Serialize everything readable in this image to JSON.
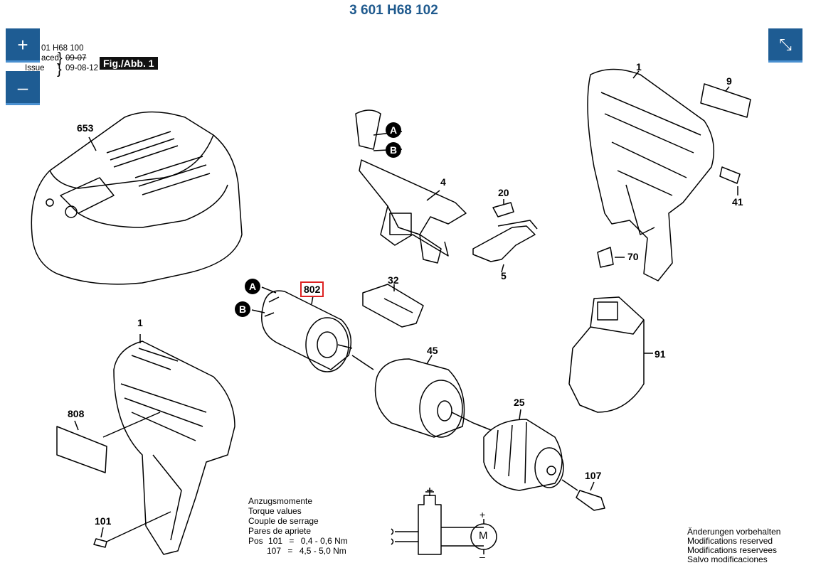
{
  "page": {
    "title": "3 601 H68 102"
  },
  "controls": {
    "zoom_in_glyph": "+",
    "zoom_out_glyph": "–",
    "collapse_glyph": "⤡"
  },
  "header": {
    "model_ref": "01 H68 100",
    "replaced_label": "aced",
    "replaced_date": "09-07",
    "issue_label": "Issue",
    "issue_date": "09-08-12",
    "figure_label": "Fig./Abb. 1"
  },
  "parts": {
    "p653": "653",
    "p1_top": "1",
    "p9": "9",
    "p41": "41",
    "p70": "70",
    "p4": "4",
    "p20": "20",
    "p5": "5",
    "p32": "32",
    "p802": "802",
    "p45": "45",
    "p91": "91",
    "p25": "25",
    "p107_right": "107",
    "p1_left": "1",
    "p808": "808",
    "p101": "101"
  },
  "connectors": {
    "A": "A",
    "B": "B"
  },
  "torque": {
    "de": "Anzugsmomente",
    "en": "Torque values",
    "fr": "Couple de serrage",
    "es": "Pares de apriete",
    "row1_pos": "Pos",
    "row1_part": "101",
    "row1_eq": "=",
    "row1_value": "0,4 - 0,6 Nm",
    "row2_part": "107",
    "row2_eq": "=",
    "row2_value": "4,5 - 5,0 Nm"
  },
  "schematic": {
    "motor_label": "M",
    "plus": "+",
    "minus": "–"
  },
  "modifications": {
    "de": "Änderungen vorbehalten",
    "en": "Modifications reserved",
    "fr": "Modifications reservees",
    "es": "Salvo modificaciones"
  },
  "colors": {
    "title": "#1f5a8e",
    "button_bg": "#1e5c93",
    "highlight_box": "#d22222"
  }
}
